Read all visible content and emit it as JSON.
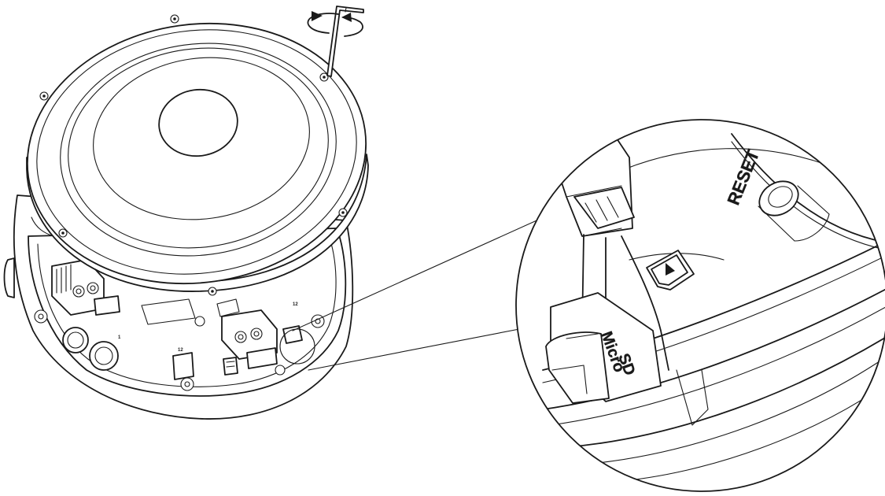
{
  "labels": {
    "reset": "RESET",
    "micro": "Micro",
    "sd": "SD",
    "port_a": "1",
    "port_b": "12",
    "port_c": "12"
  },
  "icons": {
    "rotation": "rotate-arrows-icon",
    "hex_key": "hex-key-icon",
    "sd_card": "sd-card-icon"
  },
  "colors": {
    "line": "#1a1a1a",
    "background": "#ffffff"
  }
}
